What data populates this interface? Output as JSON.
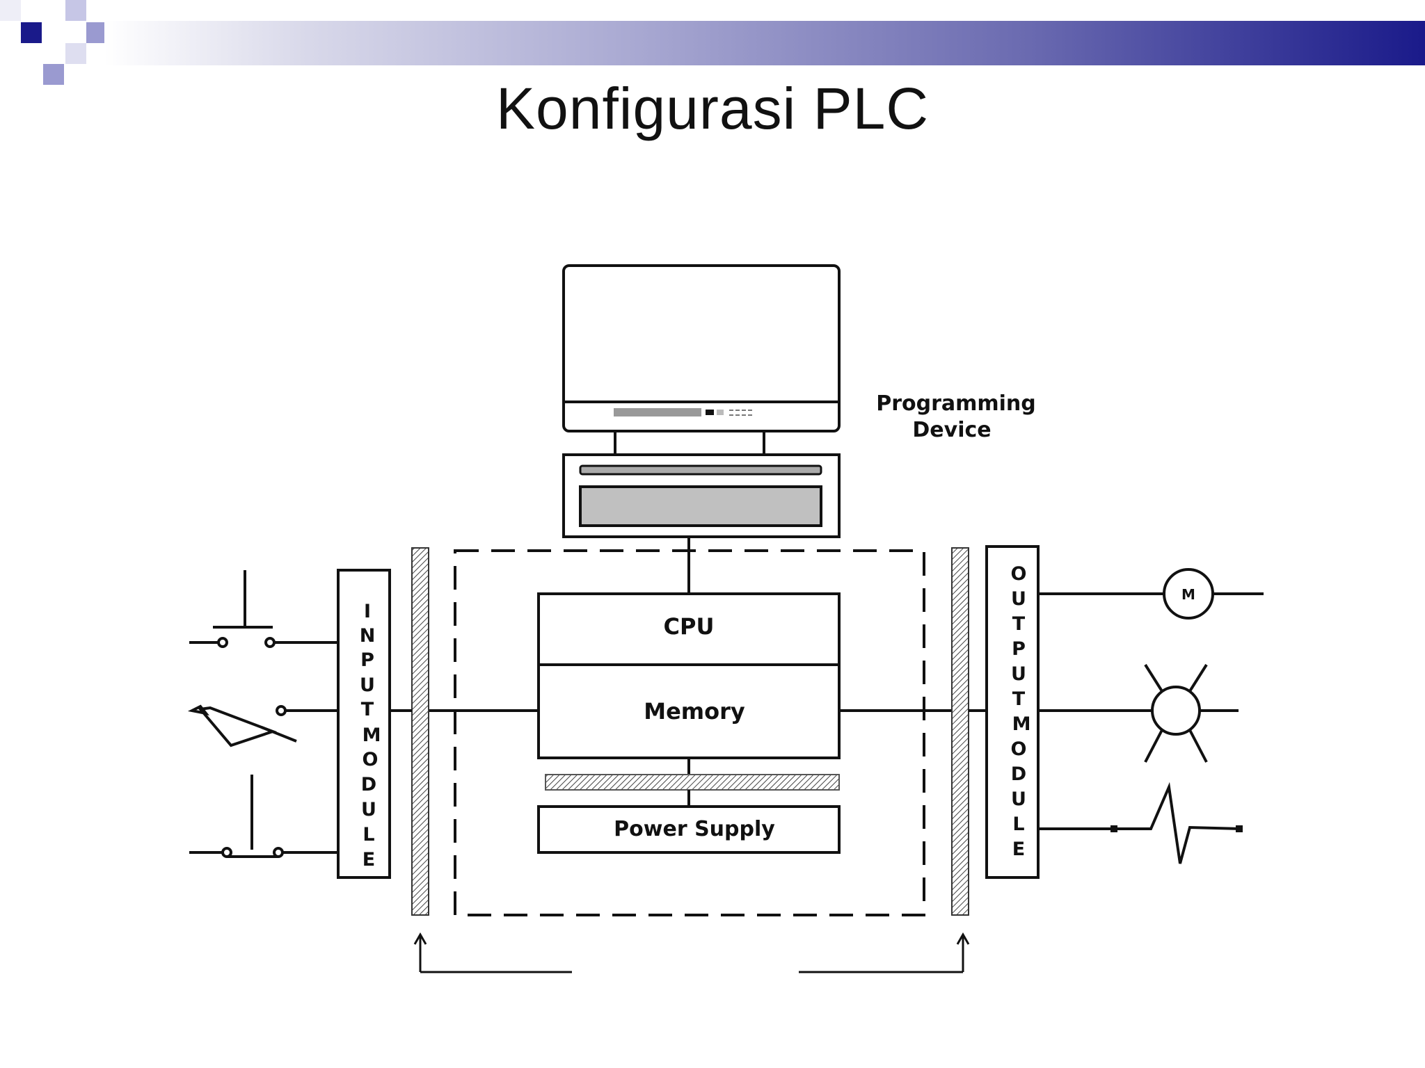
{
  "slide": {
    "title": "Konfigurasi PLC",
    "accent_color": "#1a1a8a"
  },
  "diagram": {
    "programming_device_label_line1": "Programming",
    "programming_device_label_line2": "Device",
    "cpu_label": "CPU",
    "memory_label": "Memory",
    "power_supply_label": "Power Supply",
    "input_module_letters": [
      "I",
      "N",
      "P",
      "U",
      "T",
      "M",
      "O",
      "D",
      "U",
      "L",
      "E"
    ],
    "output_module_letters": [
      "O",
      "U",
      "T",
      "P",
      "U",
      "T",
      "M",
      "O",
      "D",
      "U",
      "L",
      "E"
    ],
    "motor_label": "M",
    "input_devices": [
      "push-button-no",
      "limit-switch",
      "push-button-nc"
    ],
    "output_devices": [
      "motor",
      "lamp",
      "heater"
    ]
  }
}
